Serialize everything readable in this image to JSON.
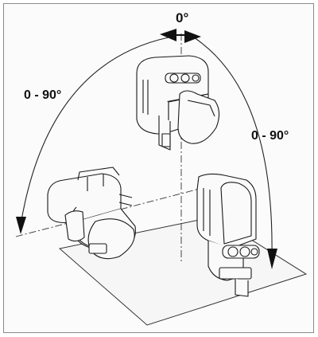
{
  "labels": {
    "top_angle": "0°",
    "left_range": "0 - 90°",
    "right_range": "0 - 90°"
  },
  "colors": {
    "line": "#1a1a1a",
    "frame": "#8a8a8a",
    "background": "#fbfbfb"
  }
}
